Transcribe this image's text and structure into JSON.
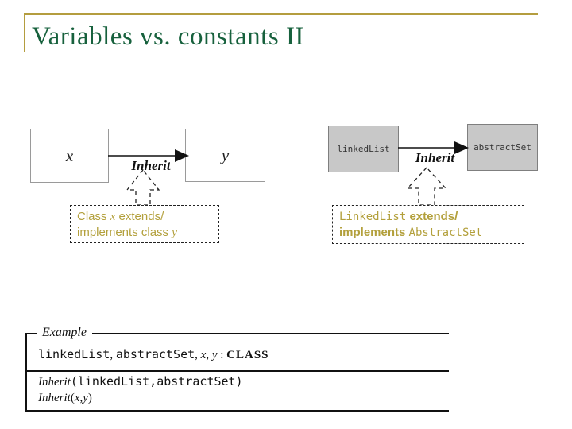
{
  "slide": {
    "title": "Variables vs. constants II"
  },
  "colors": {
    "accent_gold": "#b49d3f",
    "title_green": "#17613d",
    "note_text_gold": "#b3a03c",
    "box_gray_fill": "#c8c8c8"
  },
  "diagram_left": {
    "box1_label": "x",
    "box2_label": "y",
    "arrow_label": "Inherit",
    "note_line1_prefix": "Class ",
    "note_line1_var": "x",
    "note_line1_suffix": " extends/",
    "note_line2_prefix": "implements class ",
    "note_line2_var": "y"
  },
  "diagram_right": {
    "box1_label": "linkedList",
    "box2_label": "abstractSet",
    "arrow_label": "Inherit",
    "note_line1_mono": "LinkedList",
    "note_line1_text": " extends/",
    "note_line2_text": "implements ",
    "note_line2_mono": "AbstractSet"
  },
  "example": {
    "label": "Example",
    "decl": {
      "mono1": "linkedList",
      "sep1": ", ",
      "mono2": "abstractSet",
      "sep2": ", ",
      "var1": "x",
      "sep3": ", ",
      "var2": "y",
      "colon": " : ",
      "type": "CLASS"
    },
    "pred1": {
      "fn": "Inherit",
      "args": "(linkedList,abstractSet)"
    },
    "pred2": {
      "fn": "Inherit",
      "open": "(",
      "var1": "x",
      "comma": ",",
      "var2": "y",
      "close": ")"
    }
  }
}
